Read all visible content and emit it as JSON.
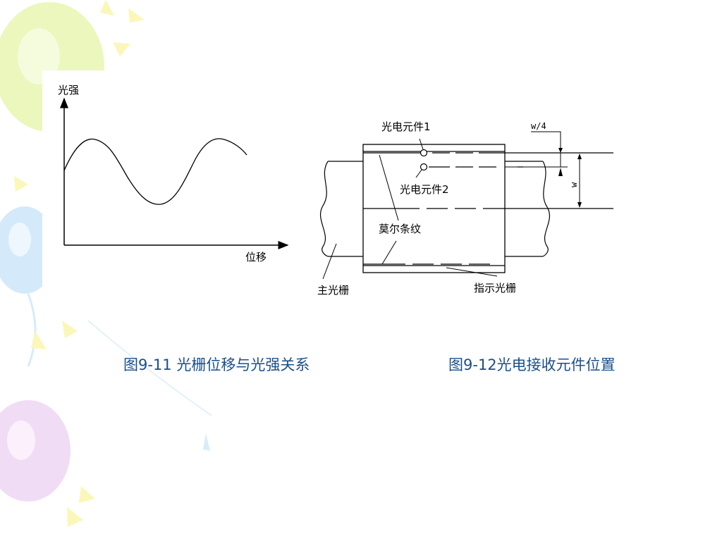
{
  "theme": {
    "caption_color": "#1a4f8a",
    "balloon_colors": [
      "#e8f6b0",
      "#cfe8fa",
      "#f0d8f4",
      "#fbf7b8"
    ]
  },
  "left_figure": {
    "y_axis_label": "光强",
    "x_axis_label": "位移"
  },
  "right_figure": {
    "element1_label": "光电元件1",
    "element2_label": "光电元件2",
    "moire_label": "莫尔条纹",
    "main_grating_label": "主光栅",
    "index_grating_label": "指示光栅",
    "quarter_w_label": "w/4",
    "w_label": "w"
  },
  "captions": {
    "left": "图9-11 光栅位移与光强关系",
    "right": "图9-12光电接收元件位置"
  }
}
